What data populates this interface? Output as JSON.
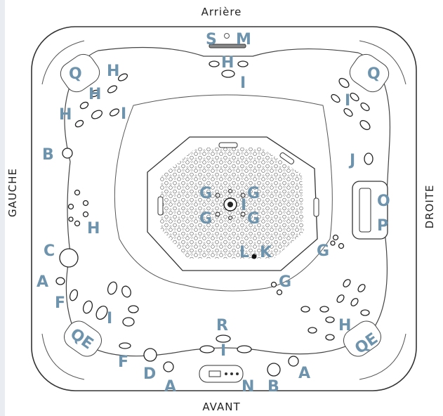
{
  "directions": {
    "top": "Arrière",
    "bottom": "AVANT",
    "left": "GAUCHE",
    "right": "DROITE"
  },
  "labels": {
    "S": "S",
    "M": "M",
    "H": "H",
    "I": "I",
    "Q": "Q",
    "B": "B",
    "J": "J",
    "G": "G",
    "O": "O",
    "P": "P",
    "C": "C",
    "A": "A",
    "F": "F",
    "L": "L",
    "K": "K",
    "R": "R",
    "D": "D",
    "N": "N",
    "QE": "QE"
  }
}
